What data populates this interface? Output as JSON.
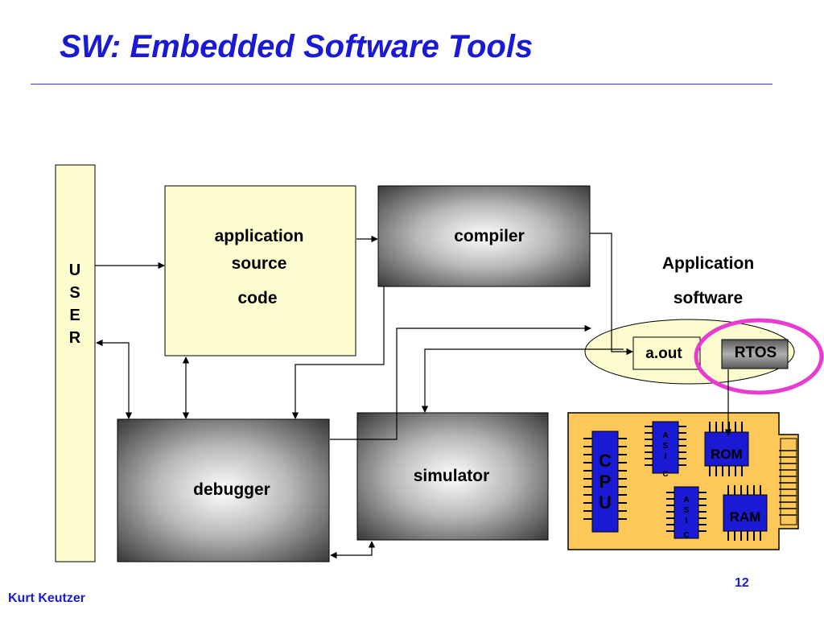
{
  "slide": {
    "title": "SW: Embedded Software Tools",
    "author": "Kurt Keutzer",
    "page_number": "12"
  },
  "diagram": {
    "user_letters": [
      "U",
      "S",
      "E",
      "R"
    ],
    "source_box": [
      "application",
      "source",
      "code"
    ],
    "compiler": "compiler",
    "debugger": "debugger",
    "simulator": "simulator",
    "application_software": [
      "Application",
      "software"
    ],
    "aout": "a.out",
    "rtos": "RTOS",
    "board": {
      "cpu_letters": [
        "C",
        "P",
        "U"
      ],
      "asic_letters": [
        "A",
        "S",
        "I",
        "C"
      ],
      "rom": "ROM",
      "ram": "RAM"
    }
  },
  "colors": {
    "title_blue": "#1a1ad4",
    "pale_yellow": "#fdfccf",
    "board_orange": "#fcc85a",
    "chip_blue": "#1a1ad4",
    "highlight_magenta": "#e83cd0"
  }
}
